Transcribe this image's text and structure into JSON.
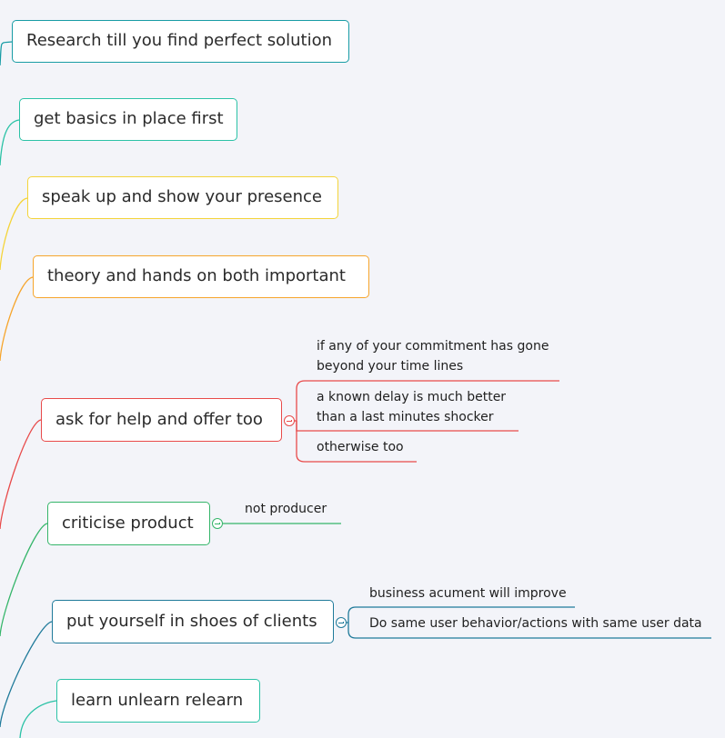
{
  "topics": [
    {
      "label": "Research till you find perfect solution",
      "color": "#189ca5"
    },
    {
      "label": "get basics in place first",
      "color": "#2bc2a6"
    },
    {
      "label": "speak up and show your presence",
      "color": "#f4d43a"
    },
    {
      "label": "theory and hands on both important",
      "color": "#f6a52c"
    },
    {
      "label": "ask for help and offer too",
      "color": "#e84a4a",
      "subtopics": [
        {
          "lines": [
            "if any of your commitment has gone",
            "beyond your time lines"
          ]
        },
        {
          "lines": [
            "a known delay is much better",
            "than a last minutes shocker"
          ]
        },
        {
          "lines": [
            "otherwise too"
          ]
        }
      ]
    },
    {
      "label": "criticise product",
      "color": "#35b56a",
      "subtopics": [
        {
          "lines": [
            "not producer"
          ]
        }
      ]
    },
    {
      "label": "put yourself in shoes of clients",
      "color": "#1f7a9a",
      "subtopics": [
        {
          "lines": [
            "business acument will improve"
          ]
        },
        {
          "lines": [
            "Do same user behavior/actions with same user data"
          ]
        }
      ]
    },
    {
      "label": "learn unlearn relearn",
      "color": "#2bc2a6"
    }
  ]
}
